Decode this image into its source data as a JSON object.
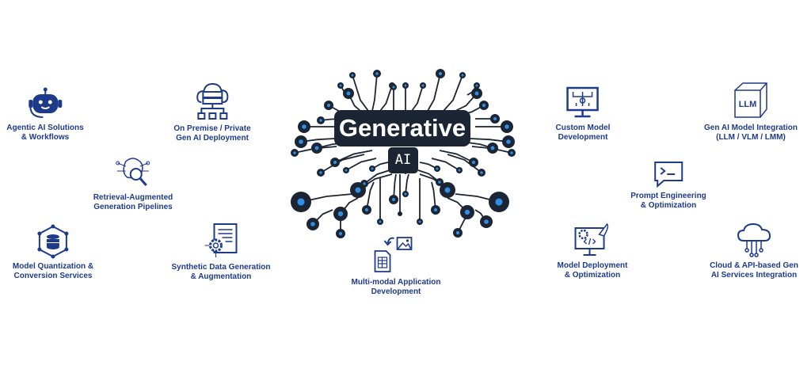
{
  "center": {
    "title": "Generative",
    "subtitle": "AI"
  },
  "colors": {
    "text": "#1e3a8a",
    "node_dark": "#1c2533",
    "node_glow": "#2f8fe8"
  },
  "services": [
    {
      "id": "agentic",
      "icon": "robot-icon",
      "line1": "Agentic AI Solutions",
      "line2": "& Workflows"
    },
    {
      "id": "onprem",
      "icon": "cloud-server-icon",
      "line1": "On Premise / Private",
      "line2": "Gen AI Deployment"
    },
    {
      "id": "rag",
      "icon": "brain-search-icon",
      "line1": "Retrieval-Augmented",
      "line2": "Generation Pipelines"
    },
    {
      "id": "quant",
      "icon": "database-cube-icon",
      "line1": "Model Quantization &",
      "line2": "Conversion Services"
    },
    {
      "id": "synth",
      "icon": "document-gear-icon",
      "line1": "Synthetic Data Generation",
      "line2": "& Augmentation"
    },
    {
      "id": "multimodal",
      "icon": "file-image-icon",
      "line1": "Multi-modal Application",
      "line2": "Development"
    },
    {
      "id": "custom",
      "icon": "monitor-flow-icon",
      "line1": "Custom Model",
      "line2": "Development"
    },
    {
      "id": "integration",
      "icon": "llm-cube-icon",
      "line1": "Gen AI Model Integration",
      "line2": "(LLM / VLM / LMM)",
      "icon_text": "LLM"
    },
    {
      "id": "prompt",
      "icon": "terminal-prompt-icon",
      "line1": "Prompt Engineering",
      "line2": "& Optimization"
    },
    {
      "id": "deploy",
      "icon": "monitor-rocket-icon",
      "line1": "Model Deployment",
      "line2": "& Optimization"
    },
    {
      "id": "cloud",
      "icon": "cloud-network-icon",
      "line1": "Cloud & API-based Gen",
      "line2": "AI Services Integration"
    }
  ]
}
